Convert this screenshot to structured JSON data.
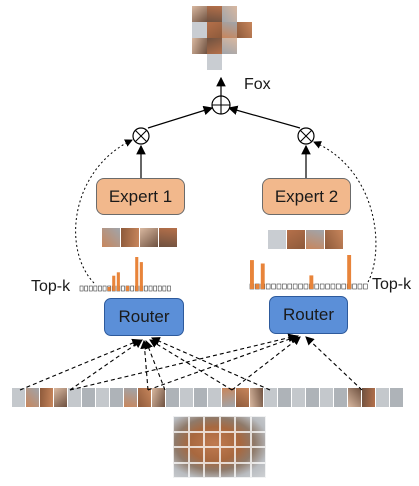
{
  "labels": {
    "output": "Fox",
    "expert1": "Expert 1",
    "expert2": "Expert 2",
    "router1": "Router",
    "router2": "Router",
    "topk_left": "Top-k",
    "topk_right": "Top-k"
  },
  "colors": {
    "expert_fill": "#f2b88c",
    "router_fill": "#5b8fd8",
    "gate_bar": "#e8843a",
    "fox_fur": "#b5704a",
    "background_gray": "#9aa0a6"
  },
  "gate_bars_left": [
    0,
    0,
    0,
    0,
    0,
    0,
    0.12,
    0.45,
    0.55,
    0,
    0.15,
    0,
    1.0,
    0.85,
    0,
    0,
    0,
    0,
    0,
    0
  ],
  "gate_bars_right": [
    0.85,
    0.15,
    0.75,
    0,
    0,
    0,
    0,
    0,
    0,
    0,
    0,
    0.4,
    0,
    0,
    0,
    0,
    0,
    0,
    1.0,
    0,
    0,
    0
  ]
}
